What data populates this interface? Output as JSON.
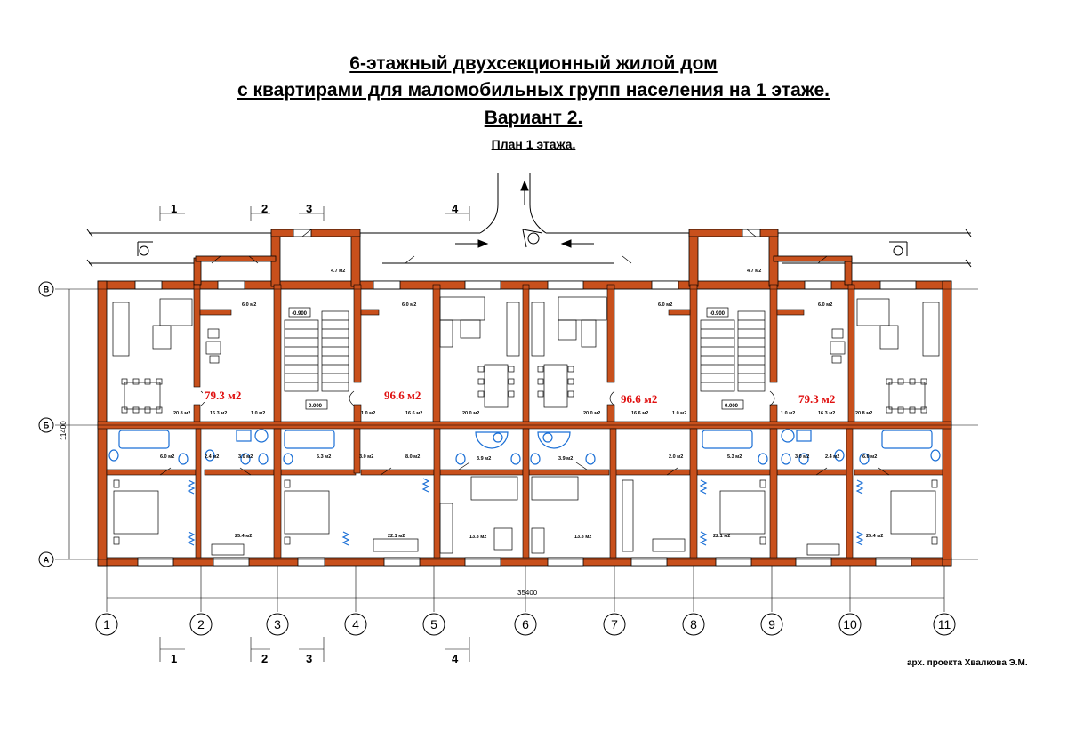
{
  "title": {
    "line1": "6-этажный двухсекционный жилой дом",
    "line2": "с квартирами для маломобильных групп населения на 1 этаже.",
    "variant": "Вариант 2.",
    "subtitle": "План 1 этажа."
  },
  "author": "арх. проекта  Хвалкова Э.М.",
  "colors": {
    "wall": "#c8501c",
    "line": "#000000",
    "plumbing": "#1a6fd6",
    "area_label": "#e01010"
  },
  "axes": {
    "columns": [
      "1",
      "2",
      "3",
      "4",
      "5",
      "6",
      "7",
      "8",
      "9",
      "10",
      "11"
    ],
    "rows": [
      "А",
      "Б",
      "В"
    ],
    "overall_width": "35400",
    "overall_depth": "11400"
  },
  "sections": [
    "1",
    "2",
    "3",
    "4"
  ],
  "apartment_areas": [
    "79.3 м2",
    "96.6 м2",
    "96.6 м2",
    "79.3 м2"
  ],
  "stair_levels": [
    "-0.900",
    "0.000",
    "-0.900",
    "0.000"
  ],
  "room_areas": {
    "vestibule_left": "4.7 м2",
    "vestibule_right": "4.7 м2",
    "hall_a": "6.0 м2",
    "hall_b": "6.0 м2",
    "hall_c": "6.0 м2",
    "hall_d": "6.0 м2",
    "living_1": "20.8 м2",
    "kitchen_1": "16.3 м2",
    "store_1": "1.0 м2",
    "store_2": "1.0 м2",
    "kitchen_2": "16.6 м2",
    "living_2": "20.0 м2",
    "living_3": "20.0 м2",
    "kitchen_3": "16.6 м2",
    "store_3": "1.0 м2",
    "store_4": "1.0 м2",
    "kitchen_4": "16.3 м2",
    "living_4": "20.8 м2",
    "bath_1": "6.0 м2",
    "wc_1": "2.4 м2",
    "bath_2": "3.0 м2",
    "bath_3": "5.3 м2",
    "wc_2": "3.0 м2",
    "hall_2": "8.0 м2",
    "bath_4": "3.9 м2",
    "bath_5": "3.9 м2",
    "hall_3": "2.0 м2",
    "bath_6": "5.3 м2",
    "bath_7": "3.0 м2",
    "wc_3": "2.4 м2",
    "bath_8": "6.0 м2",
    "bed_1": "25.4 м2",
    "bed_2": "22.1 м2",
    "bed_3": "13.3 м2",
    "bed_4": "13.3 м2",
    "bed_5": "22.1 м2",
    "bed_6": "25.4 м2"
  }
}
